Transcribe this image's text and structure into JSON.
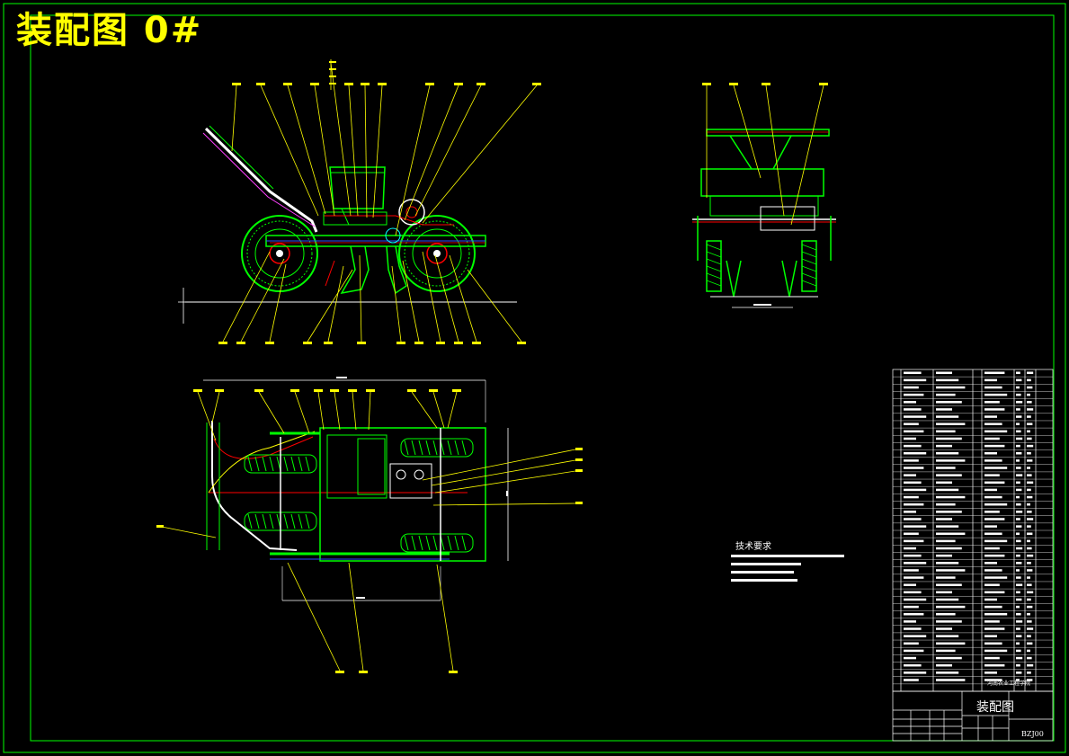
{
  "title": "装配图 0#",
  "tech_requirements_title": "技术要求",
  "title_block": {
    "drawing_name": "装配图",
    "school": "河南农业工程学院",
    "code": "BZJ00"
  },
  "colors": {
    "background": "#000000",
    "frame": "#00ff00",
    "title_text": "#ffff00",
    "leader_lines": "#ffff00",
    "body_lines": "#00ff00",
    "detail_lines": "#ffffff",
    "accent_red": "#ff0000",
    "accent_blue": "#3050ff",
    "accent_cyan": "#00ffff",
    "accent_magenta": "#ff40ff"
  }
}
